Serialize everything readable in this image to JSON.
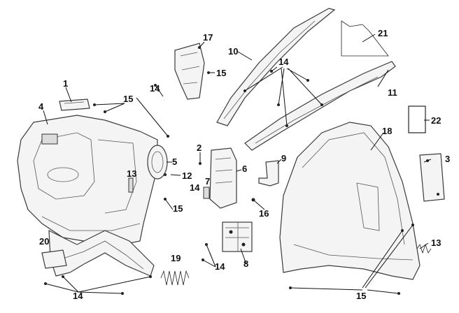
{
  "callouts": {
    "c1": "1",
    "c2": "2",
    "c3": "3",
    "c4": "4",
    "c5": "5",
    "c6": "6",
    "c7": "7",
    "c8": "8",
    "c9": "9",
    "c10": "10",
    "c11": "11",
    "c12": "12",
    "c13a": "13",
    "c13b": "13",
    "c14a": "14",
    "c14b": "14",
    "c14c": "14",
    "c14d": "14",
    "c14e": "14",
    "c15a": "15",
    "c15b": "15",
    "c15c": "15",
    "c15d": "15",
    "c16": "16",
    "c17": "17",
    "c18": "18",
    "c19": "19",
    "c20": "20",
    "c21": "21",
    "c22": "22"
  }
}
